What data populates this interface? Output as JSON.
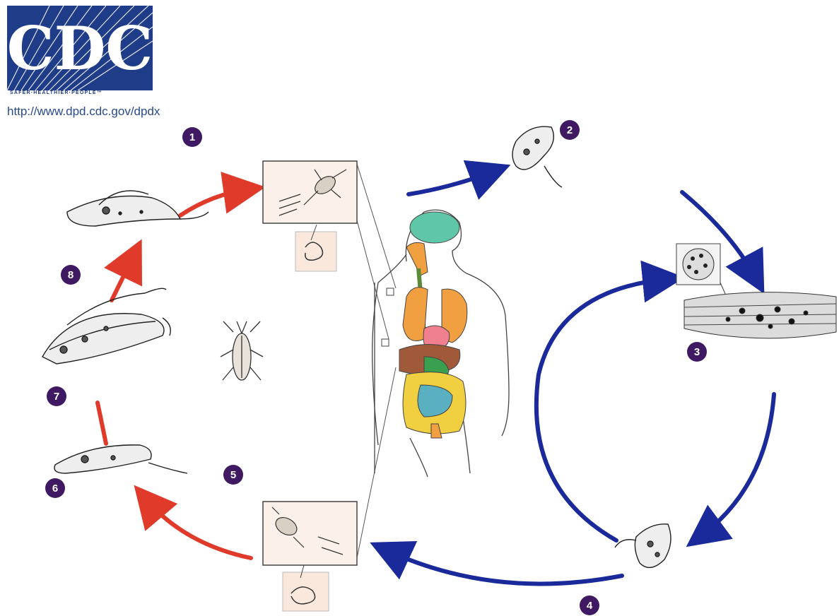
{
  "logo": {
    "text": "CDC",
    "tagline": "SAFER·HEALTHIER·PEOPLE™",
    "color": "#1f3c88"
  },
  "url": "http://www.dpd.cdc.gov/dpdx",
  "steps": [
    "1",
    "2",
    "3",
    "4",
    "5",
    "6",
    "7",
    "8"
  ],
  "colors": {
    "insect_stage_arrow": "#e03a2a",
    "human_stage_arrow": "#1a2a9a",
    "badge": "#3f1a63"
  }
}
